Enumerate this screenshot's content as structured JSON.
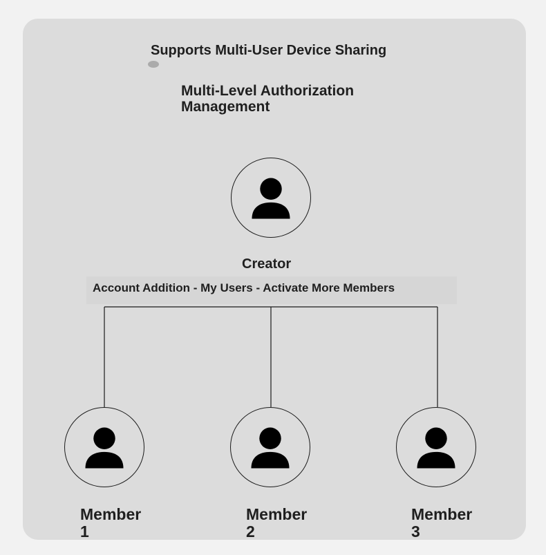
{
  "header": {
    "title": "Supports Multi-User Device Sharing",
    "subtitle": "Multi-Level Authorization\n Management"
  },
  "creator": {
    "label": "Creator",
    "icon": "user-icon",
    "actions": "Account Addition - My Users - Activate More Members"
  },
  "members": [
    {
      "label": "Member\n 1",
      "icon": "user-icon"
    },
    {
      "label": "Member\n 2",
      "icon": "user-icon"
    },
    {
      "label": "Member\n 3",
      "icon": "user-icon"
    }
  ],
  "colors": {
    "page_background": "#f2f2f2",
    "card_background": "#dcdcdc",
    "line_color": "#1a1a1a",
    "text_color": "#1f1f1f"
  }
}
